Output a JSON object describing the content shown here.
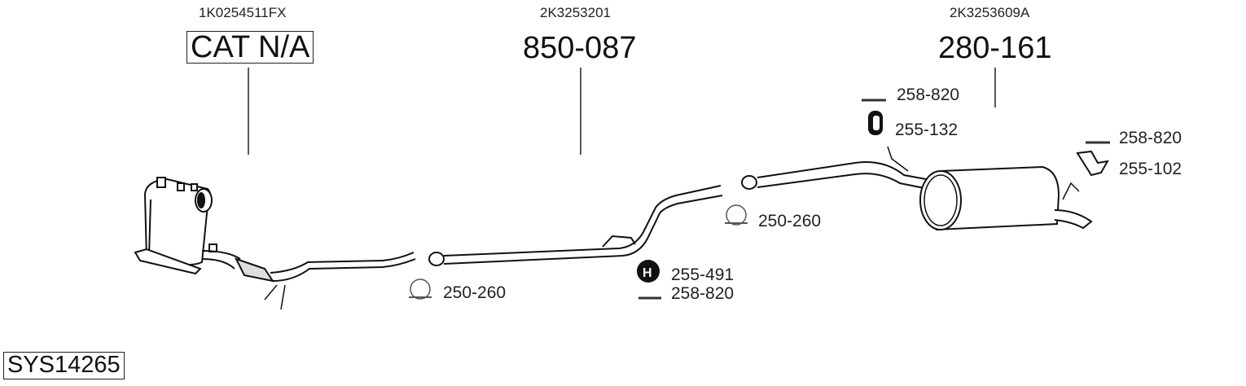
{
  "diagram": {
    "system_id": "SYS14265",
    "sections": [
      {
        "oem": "1K0254511FX",
        "part": "CAT N/A"
      },
      {
        "oem": "2K3253201",
        "part": "850-087"
      },
      {
        "oem": "2K3253609A",
        "part": "280-161"
      }
    ],
    "accessories": [
      {
        "name": "clamp",
        "code": "250-260"
      },
      {
        "name": "rubber-mount",
        "code": "255-491"
      },
      {
        "name": "bolt",
        "code": "258-820"
      },
      {
        "name": "clamp",
        "code": "250-260"
      },
      {
        "name": "bolt",
        "code": "258-820"
      },
      {
        "name": "rubber-mount",
        "code": "255-132"
      },
      {
        "name": "bolt",
        "code": "258-820"
      },
      {
        "name": "bracket",
        "code": "255-102"
      }
    ]
  }
}
